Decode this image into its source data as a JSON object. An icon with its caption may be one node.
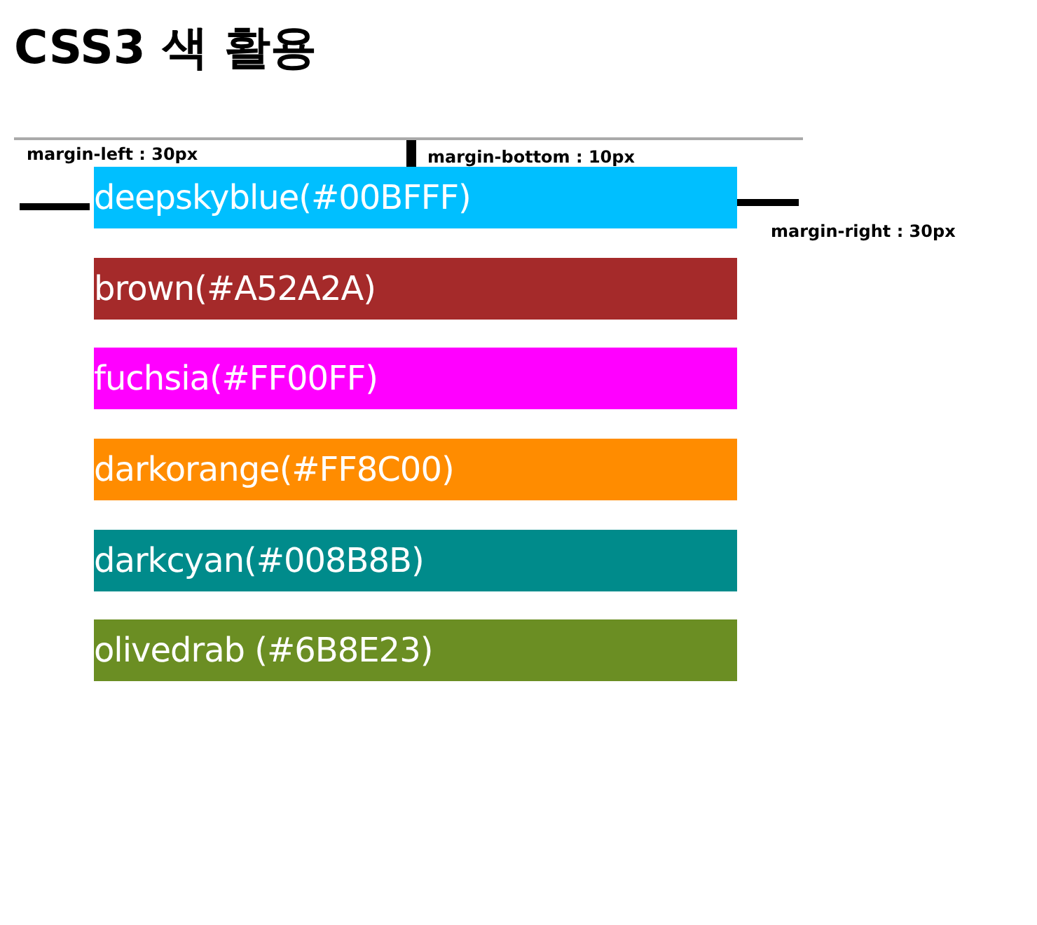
{
  "diagram": {
    "title": "CSS3 색 활용",
    "nodes": [
      {
        "text": [
          "deepskyblue(#00BFFF)"
        ]
      },
      {
        "text": [
          "brown(#A52A2A)"
        ]
      },
      {
        "text": [
          "fuchsia(#FF00FF)"
        ]
      },
      {
        "text": [
          "darkorange(#FF8C00)"
        ]
      },
      {
        "text": [
          "darkcyan(#008B8B)"
        ]
      },
      {
        "text": [
          "olivedrab (#6B8E23)"
        ]
      }
    ],
    "labels": [
      "margin-left : 30px",
      "margin-bottom : 10px",
      "margin-right : 30px"
    ]
  }
}
